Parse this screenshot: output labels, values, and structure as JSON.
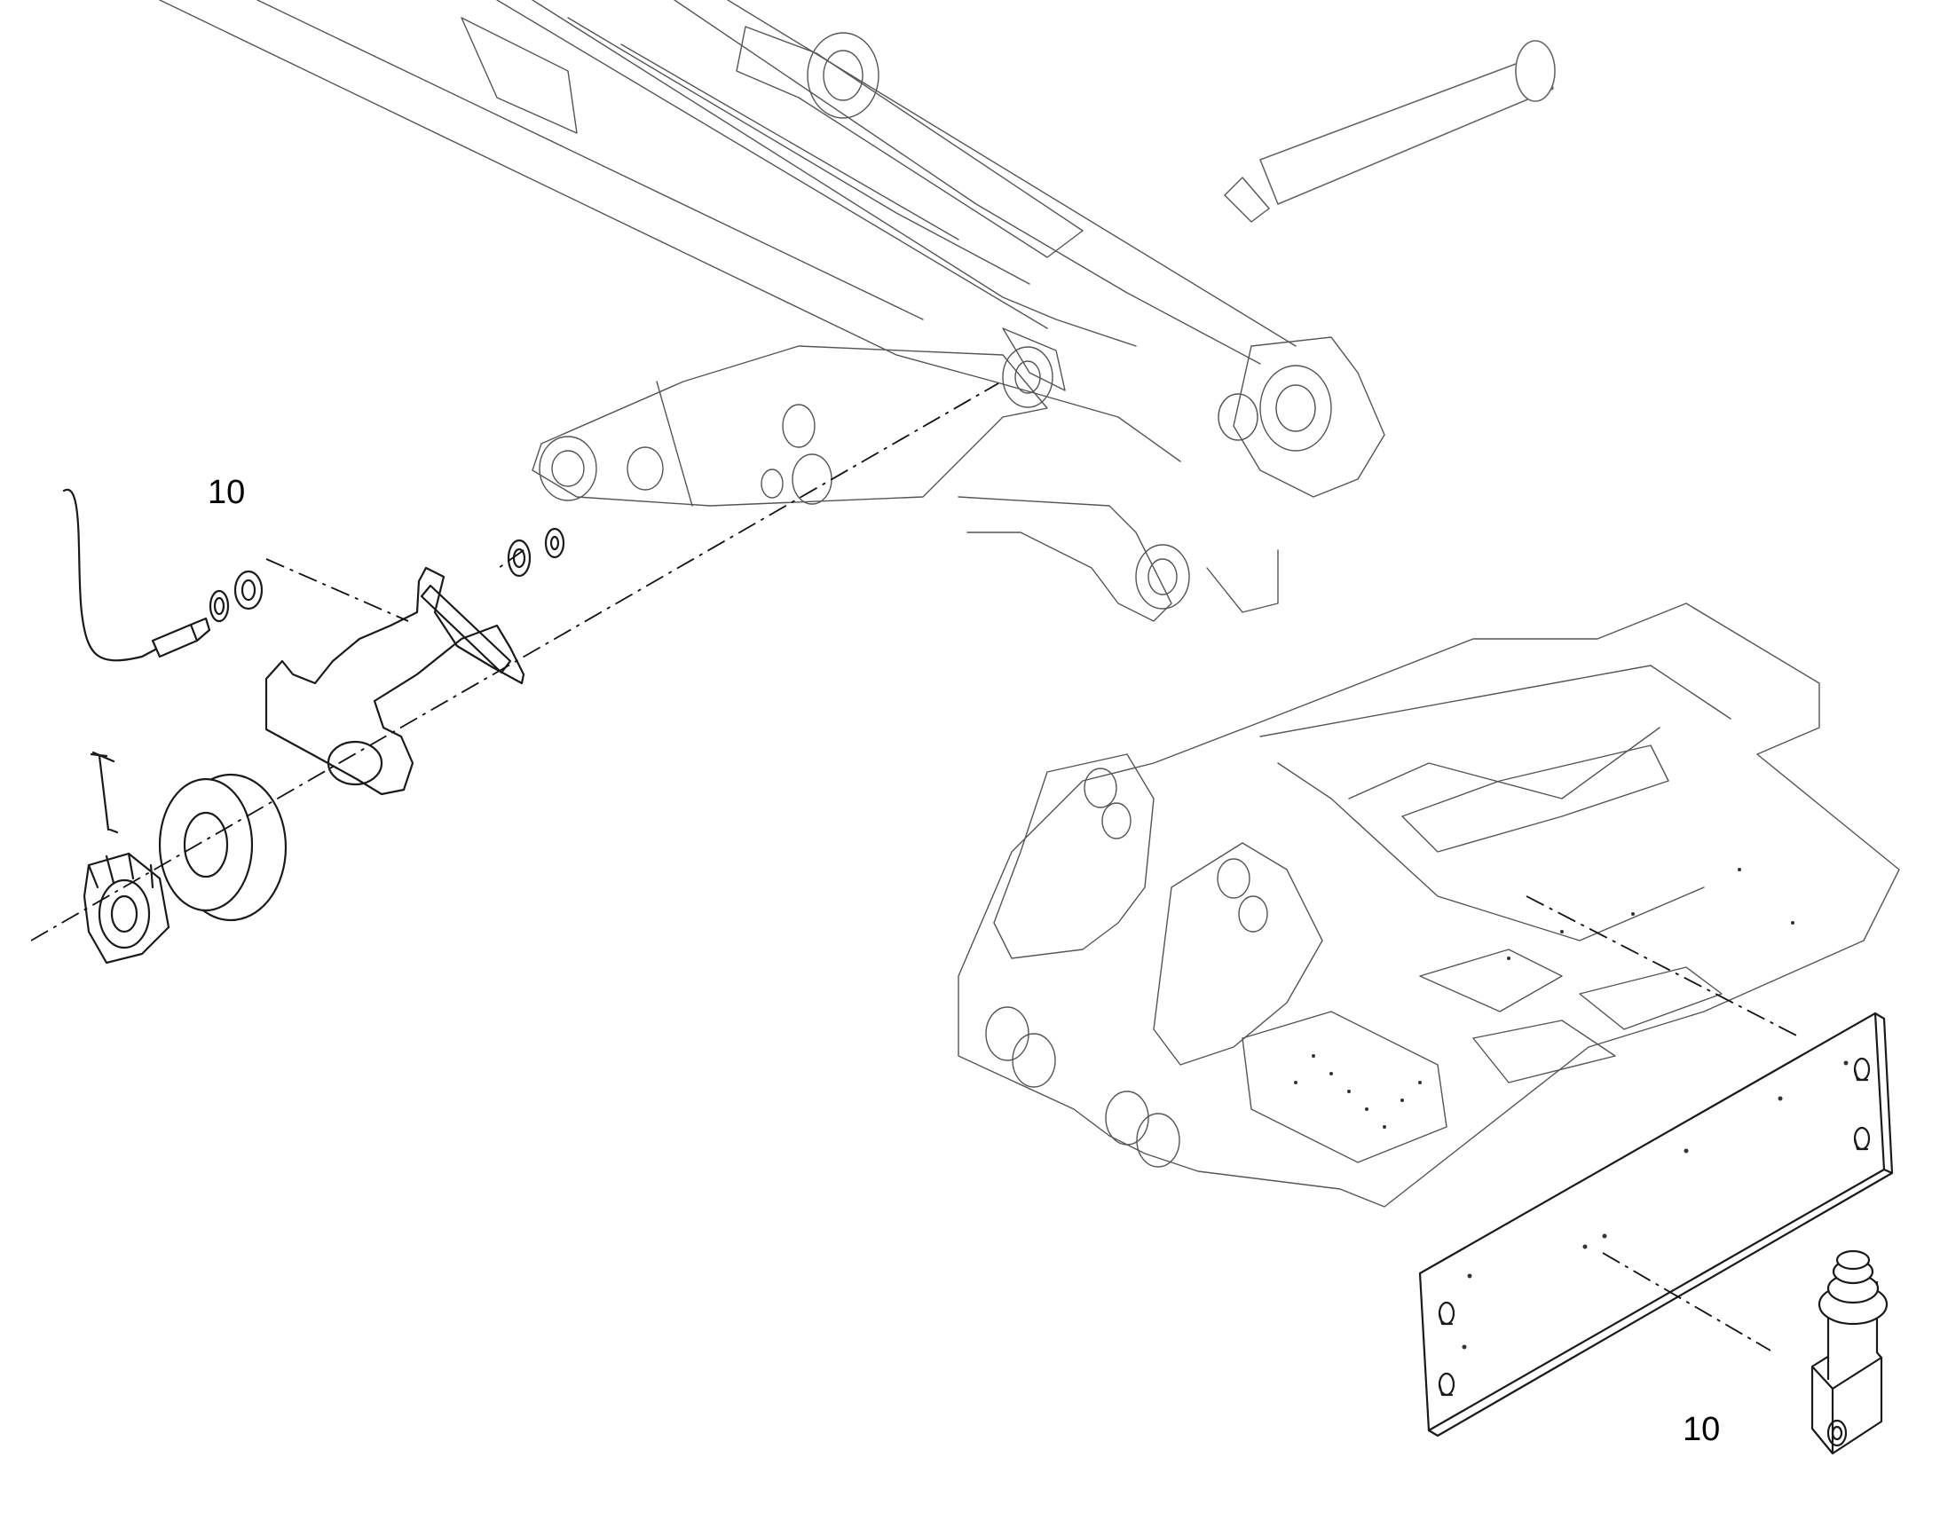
{
  "callouts": [
    {
      "id": "left",
      "text": "10"
    },
    {
      "id": "right",
      "text": "10"
    }
  ]
}
